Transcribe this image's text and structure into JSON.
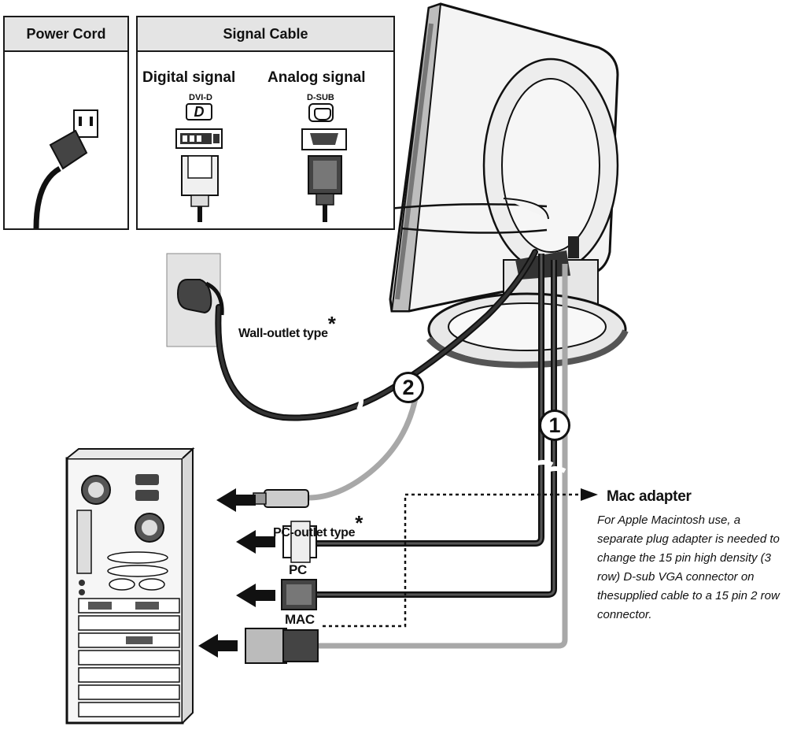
{
  "power_cord": {
    "title": "Power Cord"
  },
  "signal_cable": {
    "title": "Signal Cable",
    "digital_label": "Digital signal",
    "analog_label": "Analog signal",
    "digital_connector": "DVI-D",
    "digital_symbol": "D",
    "analog_connector": "D-SUB"
  },
  "labels": {
    "wall_outlet": "Wall-outlet type",
    "pc_outlet": "PC-outlet type",
    "asterisk": "*",
    "pc": "PC",
    "mac": "MAC",
    "step1": "1",
    "step2": "2"
  },
  "mac_adapter": {
    "title": "Mac adapter",
    "note": "For Apple Macintosh use, a separate plug adapter is needed to change the 15 pin high density (3 row) D-sub VGA connector on thesupplied cable to a 15 pin 2 row connector."
  },
  "colors": {
    "ink": "#111111",
    "header_bg": "#e4e4e4",
    "cable_gray": "#a8a8a8",
    "monitor_fill": "#f2f2f2",
    "accent_dark": "#333333"
  }
}
